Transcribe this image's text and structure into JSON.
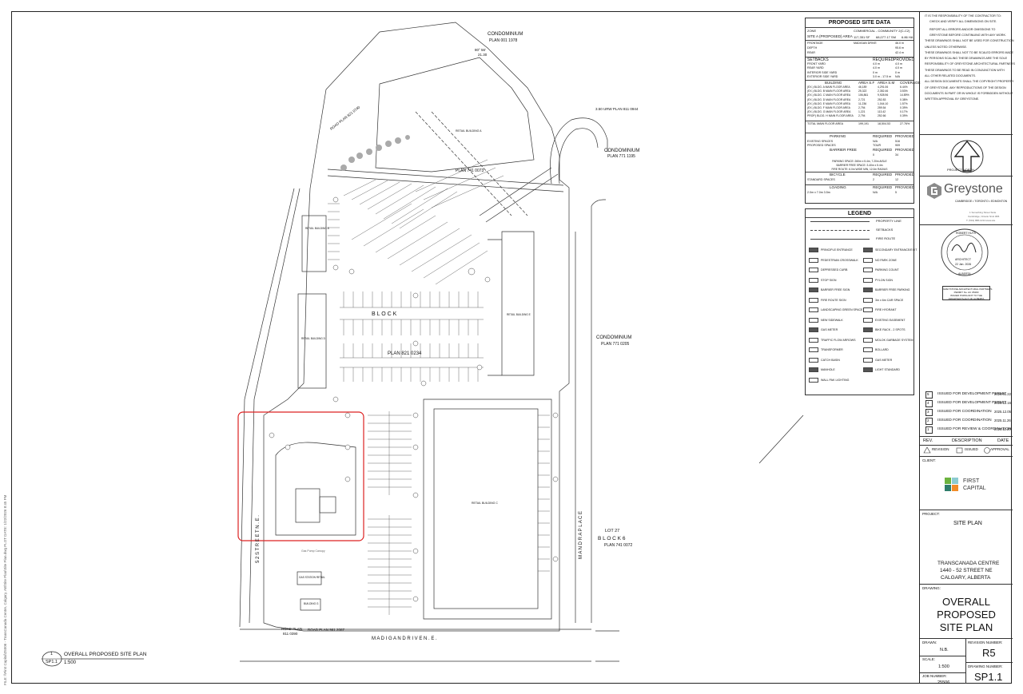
{
  "plan": {
    "labels": {
      "condo_top": "CONDOMINIUM",
      "condo_top_plan": "PLAN  001 1978",
      "condo_right1": "CONDOMINIUM",
      "condo_right1_plan": "PLAN  771 1195",
      "condo_right2": "CONDOMINIUM",
      "condo_right2_plan": "PLAN  771 0205",
      "block": "B L O C K",
      "plan_block": "PLAN     821 0234",
      "plan_741": "PLAN  741 0073",
      "urw": "3.50 URW  PLAN  811 0944",
      "road_plan_diag": "ROAD  PLAN  821 0740",
      "lot27": "LOT  27",
      "block6": "B L O C K  6",
      "plan_741b": "PLAN  741 0072",
      "mandra": "M A N D R A   P L A C E",
      "street52": "5 2   S T R E E T   N . E .",
      "madigan": "M A D I G A N   D R I V E   N . E .",
      "road_plan1": "ROAD PLAN",
      "road_plan1b": "811 0390",
      "road_plan2": "ROAD PLAN  961 2087",
      "bldg_a": "RETAIL BUILDING A",
      "bldg_b": "RETAIL BUILDING B",
      "bldg_c": "RETAIL BUILDING C",
      "bldg_d": "RETAIL BUILDING D",
      "bldg_e": "RETAIL BUILDING E",
      "bldg_f": "GAS STATION RETAIL",
      "bldg_g": "BUILDING G",
      "gas_canopy": "Gas Pump Canopy",
      "angle": "80°  56'",
      "dim": "21.30"
    }
  },
  "title_block": {
    "view_number": "1",
    "view_sheet": "SP1.1",
    "view_title": "OVERALL PROPOSED SITE PLAN",
    "view_scale": "1:500"
  },
  "site_data": {
    "title": "PROPOSED SITE DATA",
    "zone_label": "ZONE",
    "zone_value": "COMMERCIAL - COMMUNITY 2(C-C2)",
    "site_area_label": "SITE A (PROPOSED) AREA",
    "site_area_values": [
      "117,351 SF",
      "68,077.17 SM",
      "6.86 HA"
    ],
    "frontage_rows": [
      [
        "FRONTAGE",
        "MADIGAN DRIVE",
        "46.0 m"
      ],
      [
        "DEPTH",
        "",
        "95.6 m"
      ],
      [
        "REAR",
        "",
        "42.4 m"
      ]
    ],
    "setbacks_head": [
      "SETBACKS",
      "REQUIRED",
      "PROVIDED"
    ],
    "setback_rows": [
      [
        "FRONT YARD",
        "4.0 m",
        "4.0 m"
      ],
      [
        "REAR YARD",
        "4.0 m",
        "4.0 m"
      ],
      [
        "INTERIOR SIDE YARD",
        "0 m",
        "0 m"
      ],
      [
        "EXTERIOR SIDE YARD",
        "3.0 m - 17.5 m",
        "N/A"
      ]
    ],
    "building_head": [
      "BUILDING",
      "AREA S.F",
      "AREA S.M",
      "COVERAGE"
    ],
    "building_rows": [
      [
        "(EX.) BLDG. A MAIN FLOOR AREA",
        "46,189",
        "4,291.06",
        "6.44%"
      ],
      [
        "(EX.) BLDG. B MAIN FLOOR AREA",
        "25,322",
        "2,352.46",
        "3.53%"
      ],
      [
        "(EX.) BLDG. C MAIN FLOOR AREA",
        "106,861",
        "9,928.96",
        "14.89%"
      ],
      [
        "(EX.) BLDG. D MAIN FLOOR AREA",
        "2,721",
        "252.83",
        "0.38%"
      ],
      [
        "(EX.) BLDG. E MAIN FLOOR AREA",
        "11,236",
        "1,044.10",
        "1.57%"
      ],
      [
        "(EX.) BLDG. F MAIN FLOOR AREA",
        "2,794",
        "259.54",
        "0.39%"
      ],
      [
        "(EX.) BLDG. G MAIN FLOOR AREA",
        "1,221",
        "113.42",
        "0.17%"
      ],
      [
        "PROP.) BLDG. H MAIN FLOOR AREA",
        "2,794",
        "252.66",
        "0.39%"
      ]
    ],
    "total_row": [
      "TOTAL MAIN FLOOR AREA",
      "199,191",
      "18,504.53",
      "27.76%"
    ],
    "parking_head": [
      "PARKING",
      "REQUIRED",
      "PROVIDED"
    ],
    "parking_rows": [
      [
        "EXISTING SPACES",
        "N/A",
        "516"
      ],
      [
        "PROPOSED SPACES",
        "TOUR",
        "909"
      ]
    ],
    "barrier_head": [
      "BARRIER FREE",
      "REQUIRED",
      "PROVIDED"
    ],
    "barrier_rows": [
      [
        "",
        "0",
        "34"
      ]
    ],
    "barrier_notes": [
      "PARKING SPACE: 260m x 5.4m, 7.20m AISLE",
      "BARRIER FREE SPACE: 3.40m x 5.4m",
      "FIRE ROUTE: 6.0m WIDE MIN, 12.0m RADIUS"
    ],
    "bicycle_head": [
      "BICYCLE",
      "REQUIRED",
      "PROVIDED"
    ],
    "bicycle_rows": [
      [
        "STANDARD SPACES",
        "2",
        "12"
      ]
    ],
    "loading_head": [
      "LOADING",
      "REQUIRED",
      "PROVIDED"
    ],
    "loading_rows": [
      [
        "2.0m x 7.0m 3.5m",
        "N/A",
        "5"
      ]
    ]
  },
  "legend": {
    "title": "LEGEND",
    "top_rows": [
      "PROPERTY LINE",
      "SETBACKS",
      "FIRE ROUTE"
    ],
    "left_items": [
      "PRINCIPLE ENTRANCE",
      "PEDESTRIAN CROSSWALK",
      "DEPRESSED CURB",
      "STOP SIGN",
      "BARRIER FREE SIGN",
      "FIRE ROUTE SIGN",
      "LANDSCAPING GREEN SPACE",
      "NEW SIDEWALK",
      "GAS METER",
      "TRAFFIC FLOW ARROWS",
      "TRANSFORMER",
      "CATCH BASIN",
      "MANHOLE",
      "WALL PAK LIGHTING"
    ],
    "right_items": [
      "SECONDARY ENTRANCE/EXIT",
      "NO PARK ZONE",
      "PARKING COUNT",
      "PYLON SIGN",
      "BARRIER FREE PARKING",
      "3m x 6m CAR SPACE",
      "FIRE HYDRANT",
      "EXISTING EASEMENT",
      "BIKE RACK - 2 SPOTS",
      "MOLOK GARBAGE SYSTEM",
      "BOLLARD",
      "GAS METER",
      "LIGHT STANDARD"
    ]
  },
  "notes": [
    "IT IS THE RESPONSIBILITY OF THE CONTRACTOR TO:",
    "CHECK AND VERIFY ALL DIMENSIONS ON SITE.",
    "REPORT ALL ERRORS AND/OR OMISSIONS TO",
    "GREYSTONE BEFORE CONTINUING WITH ANY WORK.",
    "THESE DRAWINGS SHALL NOT BE USED FOR CONSTRUCTION",
    "UNLESS NOTED OTHERWISE.",
    "THESE DRAWINGS SHALL NOT TO BE SCALED ERRORS MADE",
    "BY PERSONS SCALING THESE DRAWINGS ARE THE SOLE",
    "RESPONSIBILITY OF GREYSTONE ARCHITECTURAL PARTNERS",
    "THESE DRAWINGS TO BE READ IN CONJUNCTION WITH",
    "ALL OTHER RELATED DOCUMENTS.",
    "ALL DESIGN DOCUMENTS SHALL THE COPYRIGHT PROPERTY",
    "OF GREYSTONE. ANY REPRODUCTIONS OF THE DESIGN",
    "DOCUMENTS IN PART OR IN WHOLE IS FORBIDDEN WITHOUT",
    "WRITTEN APPROVAL BY GREYSTONE."
  ],
  "north": {
    "label": "PROJECT NORTH"
  },
  "firm": {
    "name": "Greystone",
    "subtitle": "CAMBRIDGE • TORONTO • EDMONTON",
    "addr1": "1 Something Street Suite",
    "addr2": "Cambridge, Ontario  N1H 3R6",
    "addr3": "T: (519) 888-1234   www.site"
  },
  "seal": {
    "name": "ROBERT HUTS",
    "role": "ARCHITECT",
    "date": "22 Jan. 2026",
    "region": "ALBERTA",
    "permit_lines": [
      "GREYSTONE ARCHITECTURAL PARTNERS",
      "PERMIT No. AC 05490",
      "ISSUED PURSUANT TO THE",
      "ARCHITECTS ACT OF ALBERTA"
    ]
  },
  "revisions": [
    {
      "num": "5",
      "desc": "ISSUED FOR DEVELOPMENT PERMIT",
      "date": "2026.01.22"
    },
    {
      "num": "4",
      "desc": "ISSUED FOR DEVELOPMENT PERMIT",
      "date": "2025.12.16"
    },
    {
      "num": "3",
      "desc": "ISSUED FOR COORDINATION",
      "date": "2025.12.05"
    },
    {
      "num": "2",
      "desc": "ISSUED FOR COORDINATION",
      "date": "2025.11.26"
    },
    {
      "num": "1",
      "desc": "ISSUED FOR REVIEW & COORDINATION",
      "date": "2025.11.20"
    }
  ],
  "rev_head": {
    "rev": "REV.",
    "desc": "DESCRIPTION",
    "date": "DATE"
  },
  "rev_legend": {
    "revision": "REVISION",
    "issued": "ISSUED",
    "approval": "APPROVAL"
  },
  "client": {
    "label": "CLIENT:",
    "name1": "FIRST",
    "name2": "CAPITAL"
  },
  "project": {
    "label": "PROJECT:",
    "name": "SITE PLAN",
    "line1": "TRANSCANADA CENTRE",
    "line2": "1440 - 52 STREET NE",
    "line3": "CALGARY, ALBERTA"
  },
  "drawing": {
    "label": "DRAWING:",
    "line1": "OVERALL",
    "line2": "PROPOSED",
    "line3": "SITE PLAN"
  },
  "meta": {
    "drawn_label": "DRAWN:",
    "drawn": "N.B.",
    "revno_label": "REVISION NUMBER:",
    "revno": "R5",
    "scale_label": "SCALE:",
    "scale": "1:500",
    "drawno_label": "DRAWING NUMBER:",
    "drawno": "SP1.1",
    "job_label": "JOB NUMBER:",
    "job": "25506"
  },
  "side_path": "FILE: \\\\First Capital\\25506 - TransCanada Centre, Calgary, AB\\Site Plan\\Site Plan.dwg   PLOT DATE: 1/22/2026 8:45 PM"
}
